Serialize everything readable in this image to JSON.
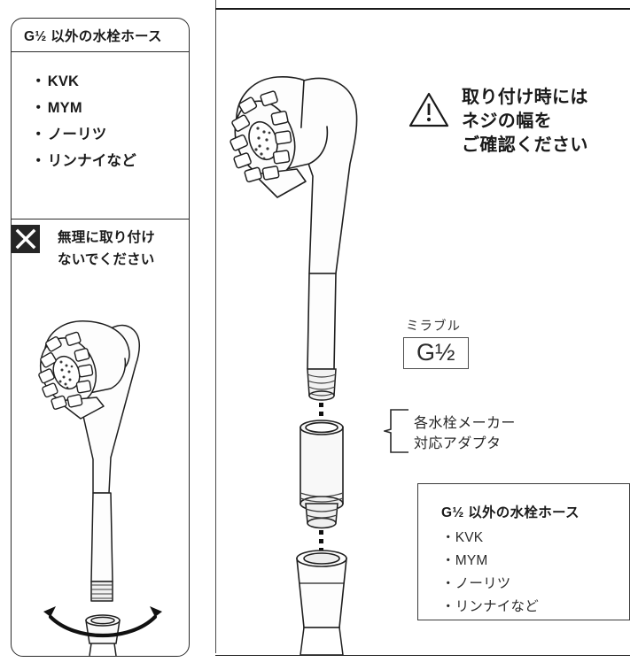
{
  "left_panel": {
    "header_title": "G½ 以外の水栓ホース",
    "brands": [
      {
        "bullet": "・",
        "label": "KVK"
      },
      {
        "bullet": "・",
        "label": "MYM"
      },
      {
        "bullet": "・",
        "label": "ノーリツ"
      },
      {
        "bullet": "・",
        "label": "リンナイなど"
      }
    ],
    "prohibition": {
      "badge_icon": "x-mark-icon",
      "line1": "無理に取り付け",
      "line2": "ないでください"
    },
    "figure_alt": "shower-head-twisting-illustration"
  },
  "right_panel": {
    "alert": {
      "icon": "warning-triangle-icon",
      "line1": "取り付け時には",
      "line2": "ネジの幅を",
      "line3": "ご確認ください"
    },
    "mirable": {
      "label": "ミラブル",
      "size_value": "G½"
    },
    "adapter_callout": {
      "line1": "各水栓メーカー",
      "line2": "対応アダプタ"
    },
    "hose_box": {
      "title": "G½ 以外の水栓ホース",
      "brands": [
        {
          "bullet": "・",
          "label": "KVK"
        },
        {
          "bullet": "・",
          "label": "MYM"
        },
        {
          "bullet": "・",
          "label": "ノーリツ"
        },
        {
          "bullet": "・",
          "label": "リンナイなど"
        }
      ]
    },
    "figure_alt": "exploded-shower-head-adapter-hose-illustration"
  },
  "colors": {
    "line": "#1a1a1a",
    "badge_fill": "#262626",
    "part_fill": "#f4f4f4",
    "box_border": "#3a3a3a"
  }
}
